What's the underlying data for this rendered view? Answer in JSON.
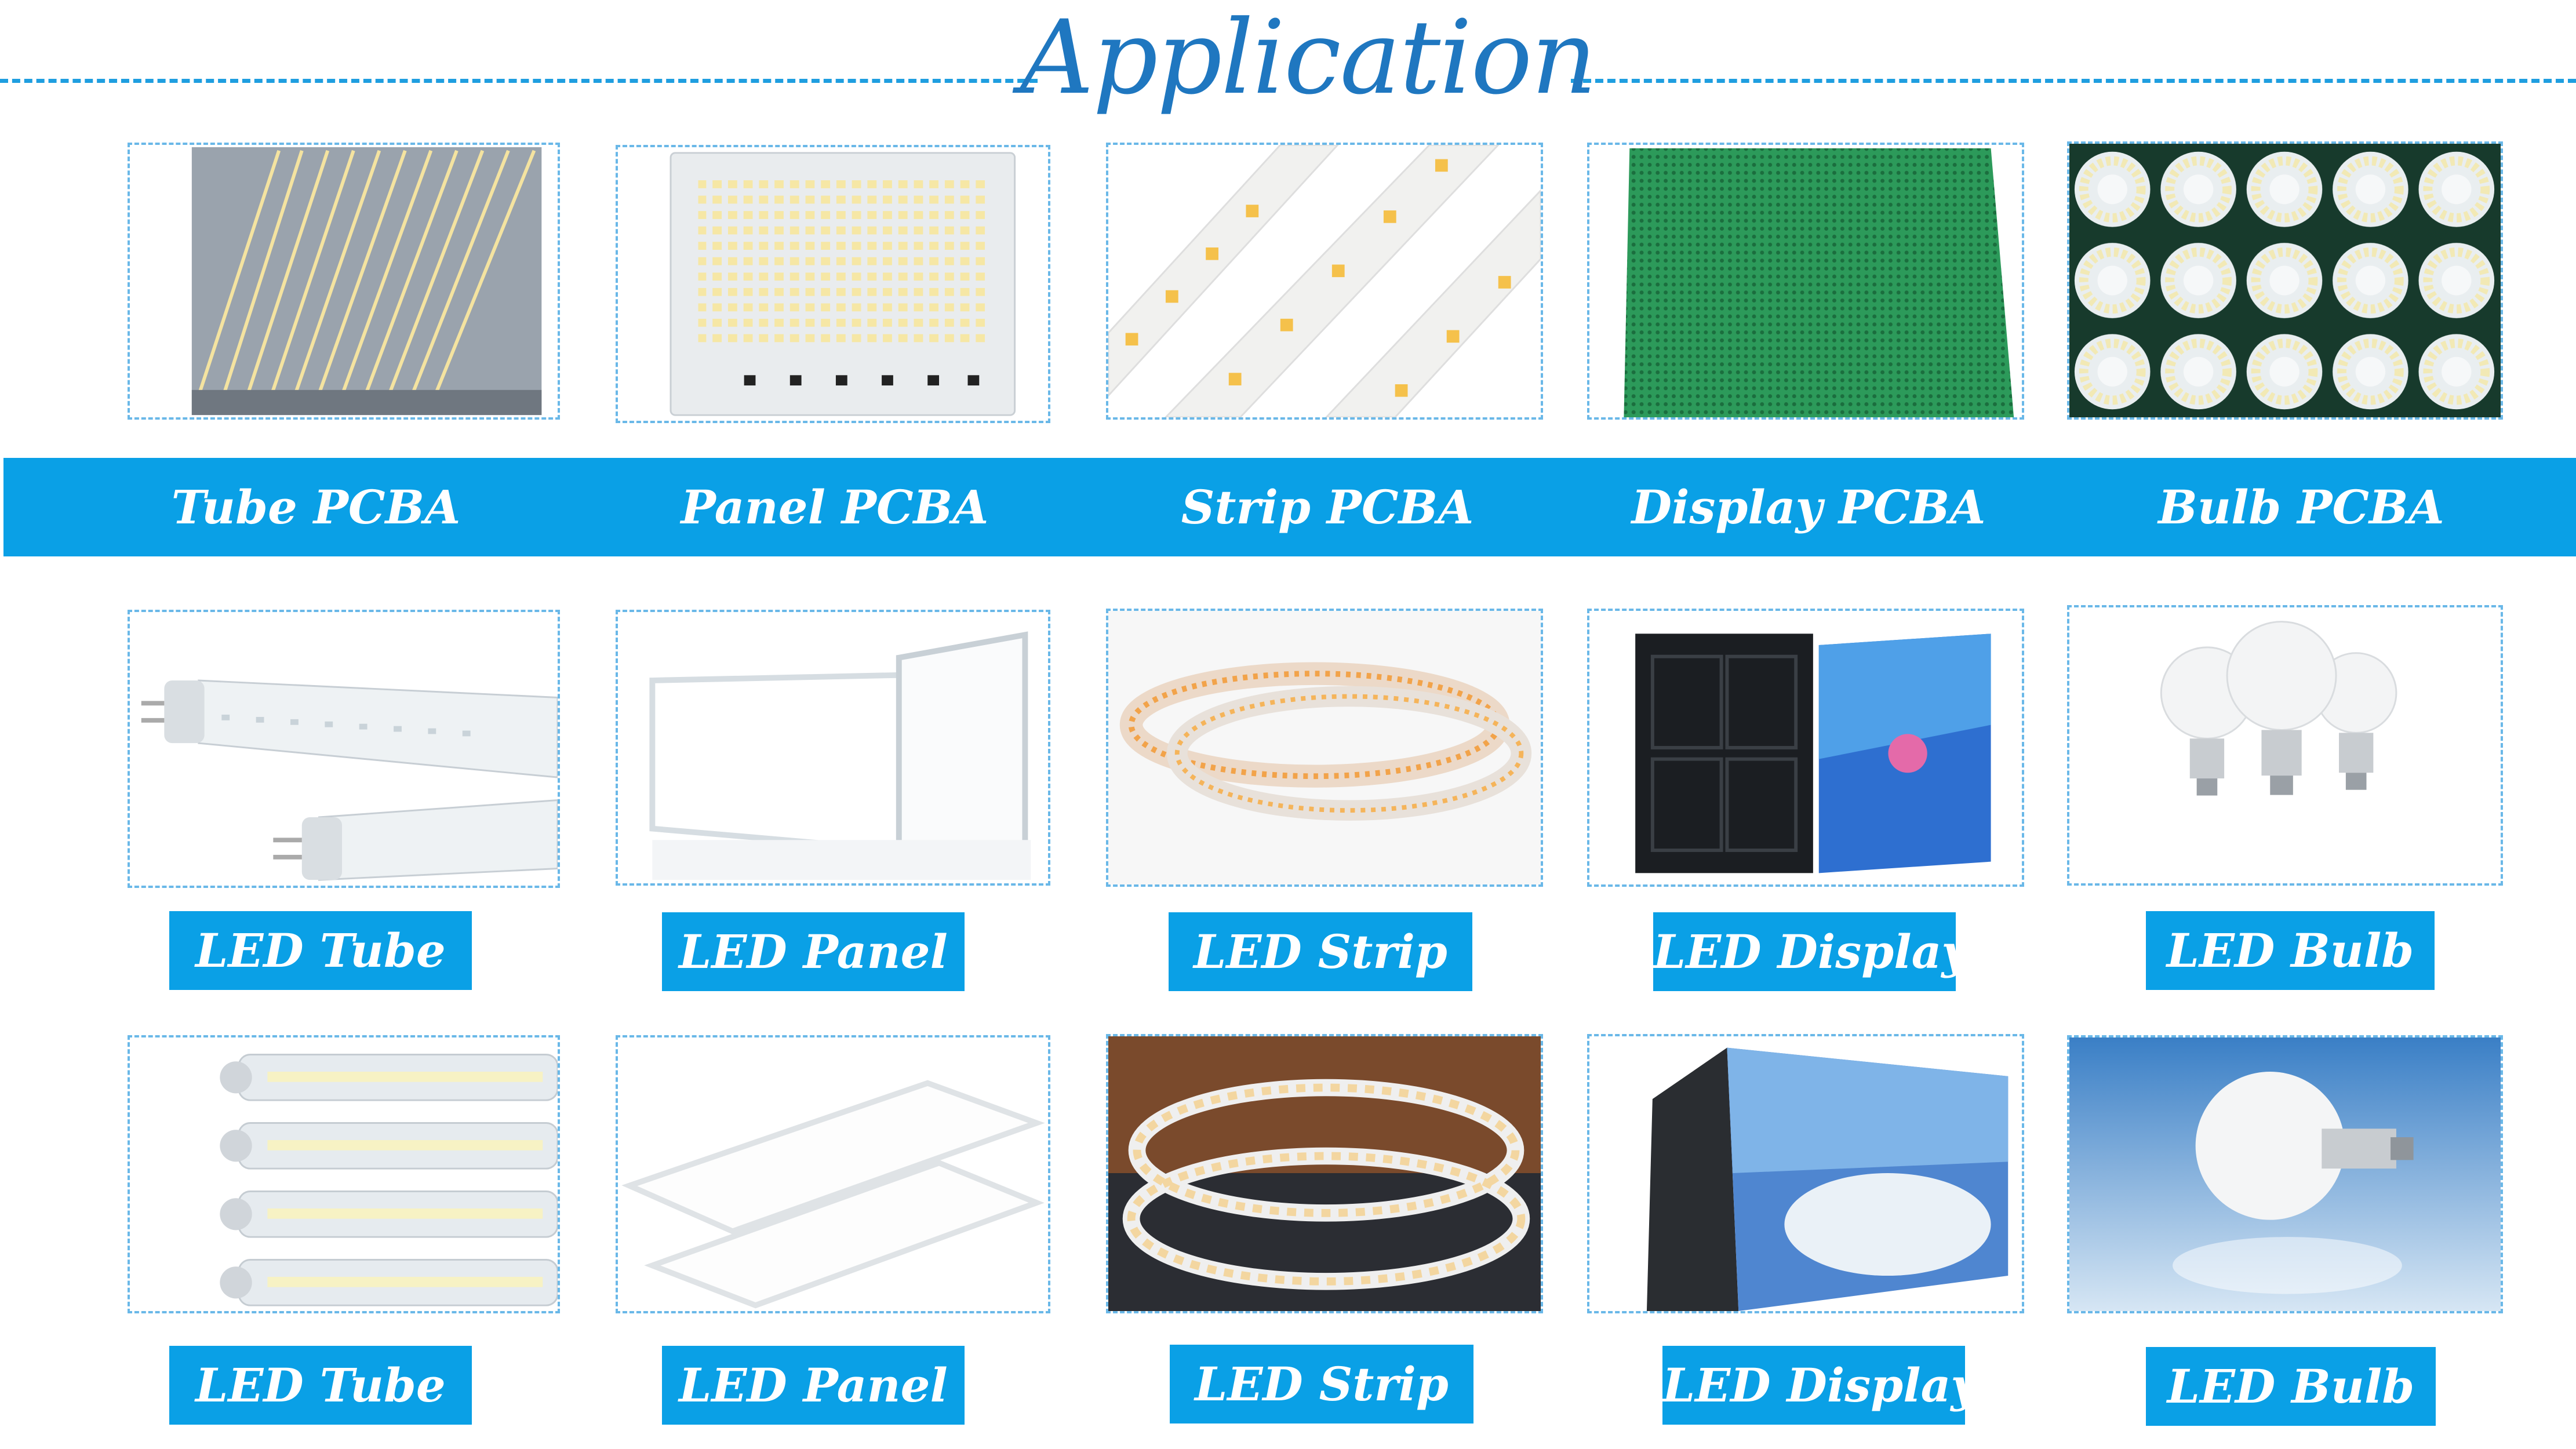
{
  "title": "Application",
  "pcba_row": {
    "labels": [
      "Tube PCBA",
      "Panel PCBA",
      "Strip PCBA",
      "Display PCBA",
      "Bulb PCBA"
    ]
  },
  "product_row_1": {
    "labels": [
      "LED Tube",
      "LED Panel",
      "LED Strip",
      "LED Display",
      "LED Bulb"
    ]
  },
  "product_row_2": {
    "labels": [
      "LED Tube",
      "LED Panel",
      "LED Strip",
      "LED Display",
      "LED Bulb"
    ]
  },
  "colors": {
    "title": "#1f77c0",
    "band": "#0aa0e6",
    "dashed_border": "#6ab8e8"
  }
}
